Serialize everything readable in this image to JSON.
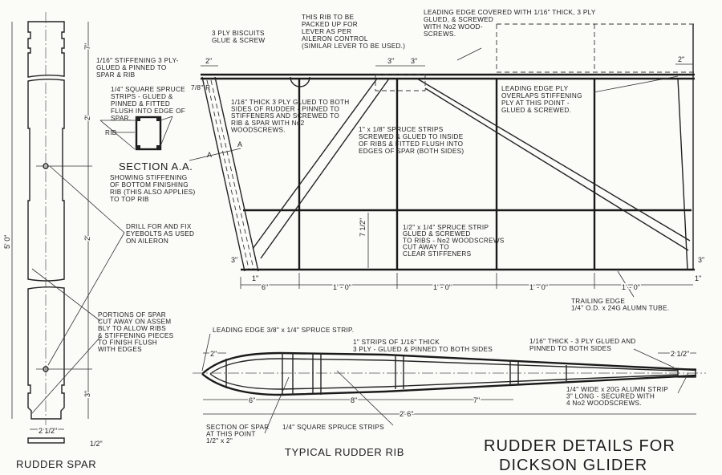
{
  "title": [
    "RUDDER DETAILS FOR",
    "DICKSON GLIDER"
  ],
  "captions": {
    "rudder_spar": "RUDDER SPAR",
    "typical_rib": "TYPICAL RUDDER RIB",
    "section_aa": "SECTION A.A.",
    "section_mark_left": "A",
    "section_mark_right": "A",
    "rib_label": "RIB"
  },
  "notes": {
    "biscuits": [
      "3 PLY BISCUITS",
      "GLUE & SCREW"
    ],
    "packed_rib": [
      "THIS RIB TO BE",
      "PACKED UP FOR",
      "LEVER AS PER",
      "AILERON CONTROL",
      "(SIMILAR LEVER TO BE USED.)"
    ],
    "leading_edge_cover": [
      "LEADING EDGE COVERED WITH 1/16\" THICK, 3 PLY",
      "GLUED, & SCREWED",
      "WITH No2 WOOD-",
      "SCREWS."
    ],
    "stiffening": [
      "1/16\" STIFFENING 3 PLY-",
      "GLUED & PINNED TO",
      "SPAR & RIB"
    ],
    "square_strips": [
      "1/4\" SQUARE SPRUCE",
      "STRIPS - GLUED &",
      "PINNED & FITTED",
      "FLUSH INTO EDGE OF",
      "SPAR."
    ],
    "section_desc": [
      "SHOWING STIFFENING",
      "OF BOTTOM FINISHING",
      "RIB (THIS ALSO APPLIES)",
      "TO TOP RIB"
    ],
    "radius": [
      "7/8\" R"
    ],
    "ply_both_sides": [
      "1/16\" THICK 3 PLY GLUED TO BOTH",
      "SIDES OF RUDDER - PINNED TO",
      "STIFFENERS AND SCREWED TO",
      "RIB & SPAR WITH No2",
      "WOODSCREWS."
    ],
    "spruce_strips": [
      "1\" x 1/8\" SPRUCE STRIPS",
      "SCREWED & GLUED TO INSIDE",
      "OF RIBS & FITTED FLUSH INTO",
      "EDGES OF SPAR (BOTH SIDES)"
    ],
    "le_overlap": [
      "LEADING EDGE PLY",
      "OVERLAPS STIFFENING",
      "PLY AT THIS POINT -",
      "GLUED & SCREWED."
    ],
    "eyebolts": [
      "DRILL FOR AND FIX",
      "EYEBOLTS AS USED",
      "ON AILERON"
    ],
    "spruce_strip_ribs": [
      "1/2\" x 1/4\" SPRUCE STRIP",
      "GLUED & SCREWED",
      "TO RIBS - No2 WOODSCREWS",
      "CUT AWAY TO",
      "CLEAR STIFFENERS"
    ],
    "trailing_edge": [
      "TRAILING EDGE",
      "1/4\" O.D. x 24G ALUMN TUBE."
    ],
    "spar_portions": [
      "PORTIONS OF SPAR",
      "CUT AWAY ON ASSEM",
      "BLY TO ALLOW RIBS",
      "& STIFFENING PIECES",
      "TO FINISH FLUSH",
      "WITH EDGES"
    ],
    "le_strip": [
      "LEADING EDGE 3/8\" x 1/4\" SPRUCE STRIP."
    ],
    "rib_strips": [
      "1\" STRIPS OF 1/16\" THICK",
      "3 PLY - GLUED & PINNED TO BOTH SIDES"
    ],
    "tail_ply": [
      "1/16\" THICK - 3 PLY GLUED AND",
      "PINNED TO BOTH SIDES"
    ],
    "alum_strip": [
      "1/4\" WIDE x 20G ALUMN STRIP",
      "3\" LONG - SECURED WITH",
      "4 No2 WOODSCREWS."
    ],
    "spar_section": [
      "SECTION OF SPAR",
      "AT THIS POINT",
      "1/2\" x 2\""
    ],
    "rib_square_strips": [
      "1/4\" SQUARE SPRUCE STRIPS"
    ]
  },
  "dimensions": {
    "frame_top_left": "2\"",
    "lever_a": "3\"",
    "lever_b": "3\"",
    "frame_top_right": "2\"",
    "rib_spacing": "7 1/2\"",
    "bottom_left_height": "3\"",
    "bottom_left_offset": "1\"",
    "bottom_right_height": "3\"",
    "bottom_right_offset": "1\"",
    "frame_spans": [
      "6\"",
      "1' - 0\"",
      "1' - 0\"",
      "1' - 0\"",
      "1' - 0\""
    ],
    "rib_nose": "2\"",
    "rib_tail": "2 1/2\"",
    "rib_spans": [
      "6\"",
      "8\"",
      "7\""
    ],
    "rib_total": "2' 6\"",
    "spar_total": "5' 0\"",
    "spar_segments": [
      "7\"",
      "2'",
      "2'",
      "3\""
    ],
    "spar_width": "2 1/2\"",
    "spar_thickness": "1/2\""
  }
}
